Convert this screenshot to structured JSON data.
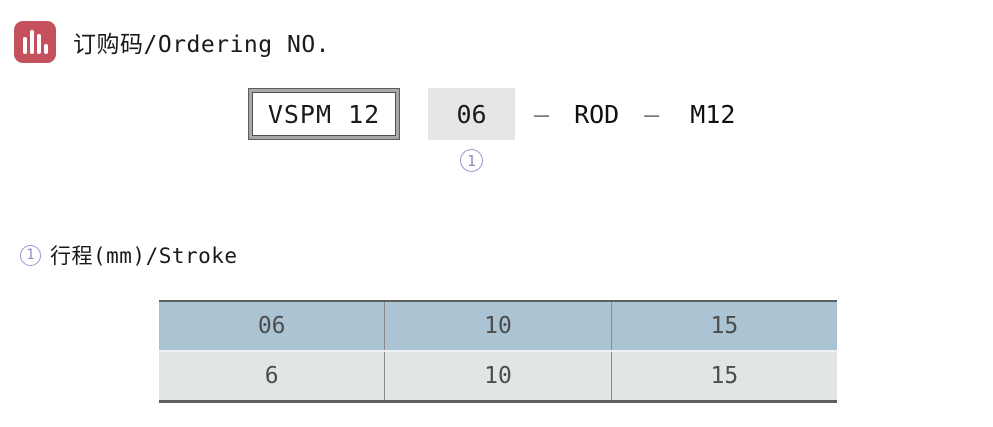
{
  "colors": {
    "icon_red": "#c4515c",
    "marker_purple": "#9b9bd0",
    "table_header_bg": "#aac4d4",
    "table_row_bg": "#e2e6e2",
    "stroke_box_bg": "#e4e7e3",
    "border_dark": "#5f5f5f"
  },
  "header": {
    "icon": "bar-chart-icon",
    "title": "订购码/Ordering NO."
  },
  "ordering_code": {
    "model": "VSPM 12",
    "stroke_code": "06",
    "dash1": "—",
    "rod": "ROD",
    "dash2": "—",
    "thread": "M12",
    "marker": "1"
  },
  "stroke_section": {
    "marker": "1",
    "label": "行程(mm)/Stroke"
  },
  "stroke_table": {
    "codes": [
      "06",
      "10",
      "15"
    ],
    "strokes_mm": [
      "6",
      "10",
      "15"
    ]
  }
}
